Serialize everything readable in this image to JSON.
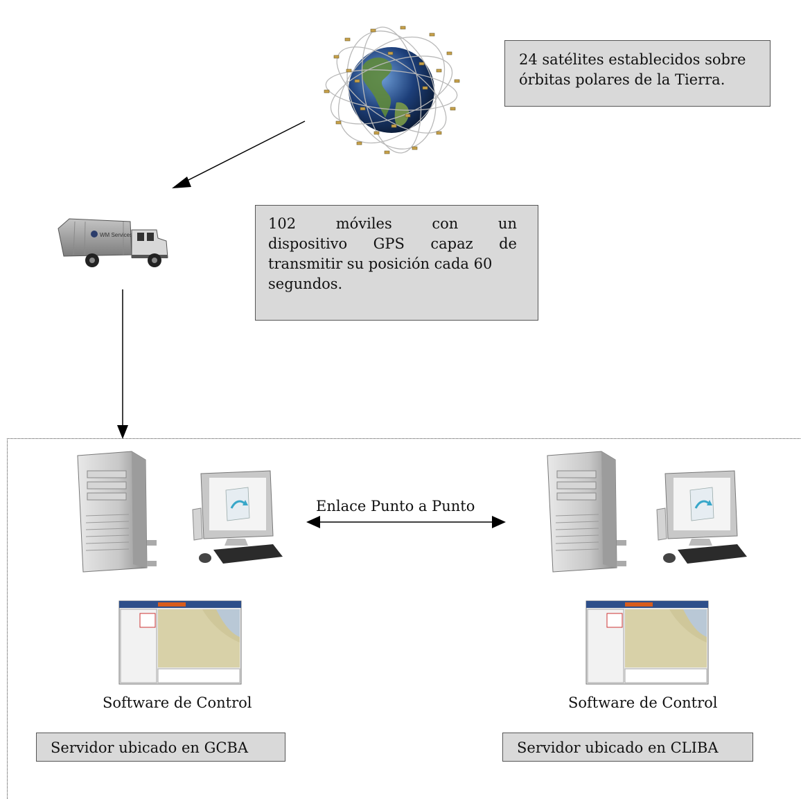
{
  "satellite_note": {
    "line1": "24 satélites establecidos sobre",
    "line2": "órbitas polares de la Tierra."
  },
  "mobile_note": {
    "lines": [
      [
        "102",
        "móviles",
        "con",
        "un"
      ],
      [
        "dispositivo",
        "GPS",
        "capaz",
        "de"
      ]
    ],
    "line3": "transmitir su posición cada 60",
    "line4": "segundos."
  },
  "link_label": "Enlace Punto a Punto",
  "truck_logo_text": "WM Services",
  "left_site": {
    "software_caption": "Software de Control",
    "server_label": "Servidor ubicado en GCBA"
  },
  "right_site": {
    "software_caption": "Software de Control",
    "server_label": "Servidor ubicado en CLIBA"
  },
  "colors": {
    "box_fill": "#d9d9d9",
    "globe_ocean": "#1d3f7a",
    "truck_body": "#9a9a9a",
    "map_land": "#cfc79a"
  }
}
